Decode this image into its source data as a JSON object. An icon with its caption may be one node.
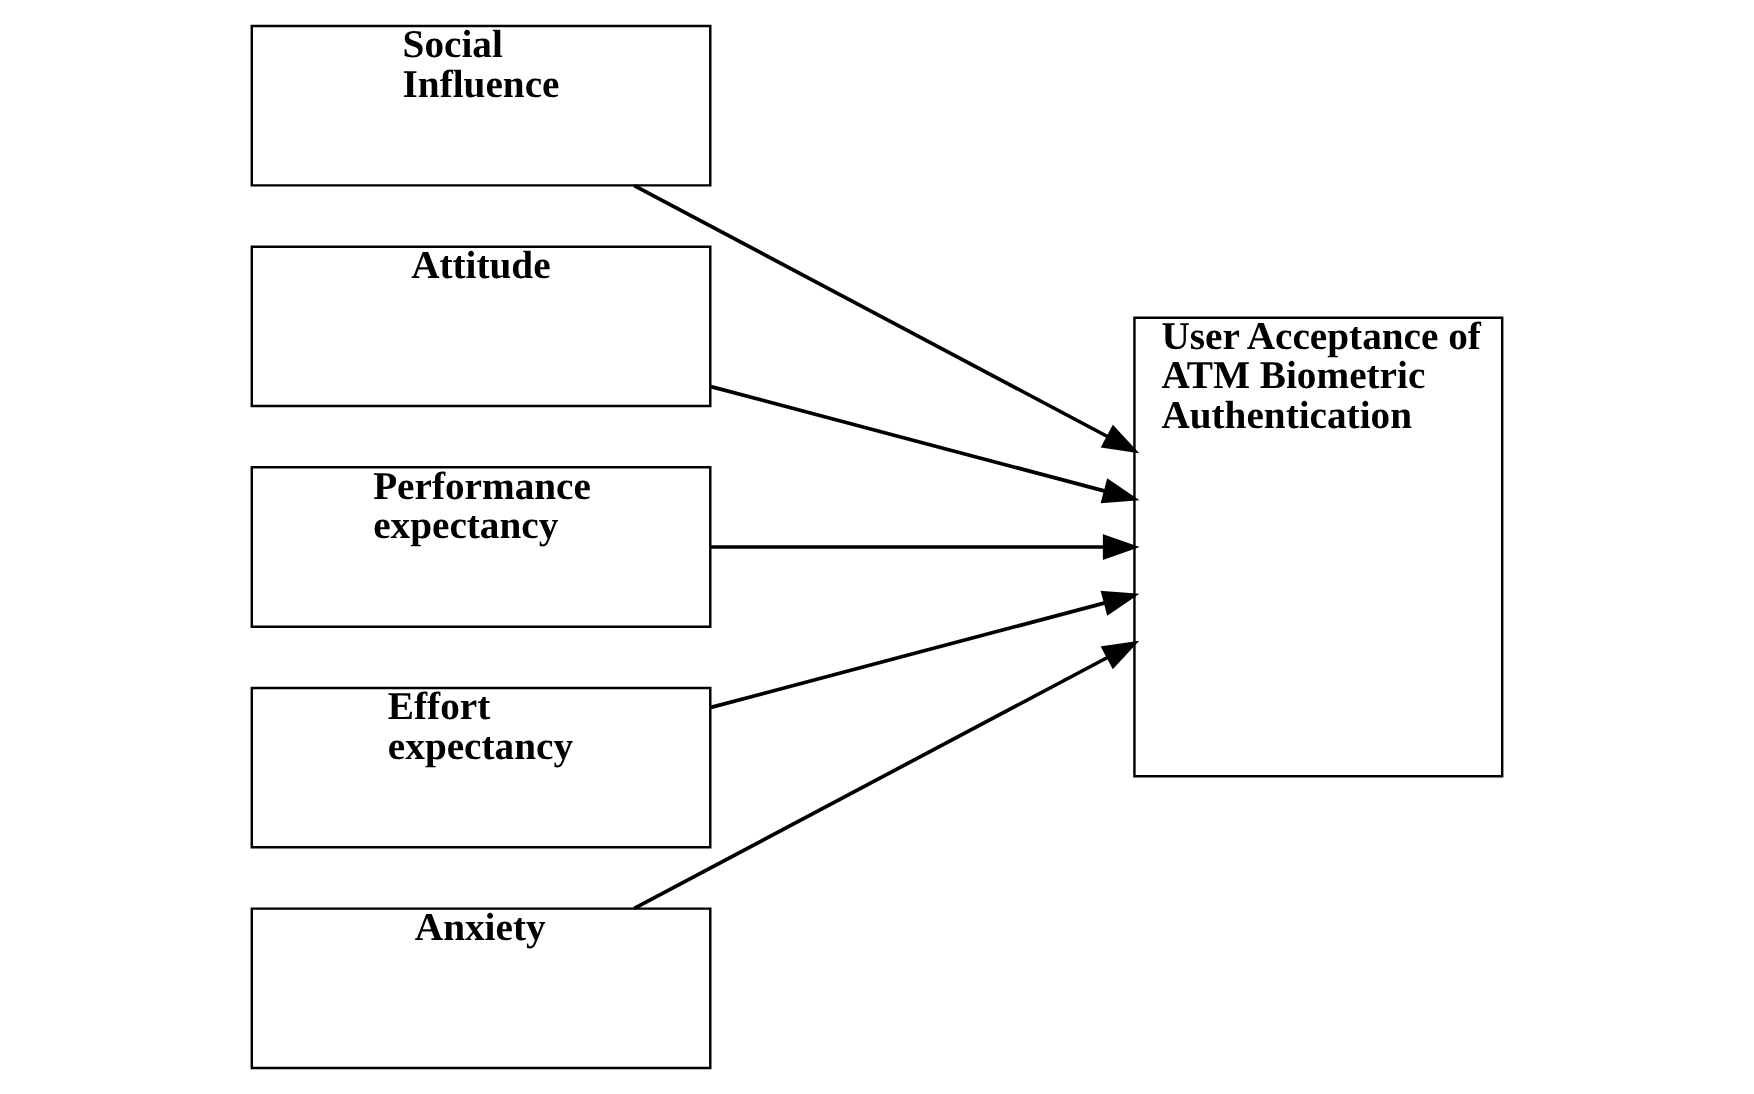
{
  "diagram": {
    "nodes": [
      {
        "text": [
          "Social Influence"
        ]
      },
      {
        "text": [
          "Attitude"
        ]
      },
      {
        "text": [
          "Performance expectancy"
        ]
      },
      {
        "text": [
          "Effort expectancy"
        ]
      },
      {
        "text": [
          "Anxiety"
        ]
      },
      {
        "text": [
          "User Acceptance of ATM Biometric Authentication"
        ]
      }
    ],
    "edges": [
      {
        "from": 0,
        "to": 5,
        "arrow": "to"
      },
      {
        "from": 1,
        "to": 5,
        "arrow": "to"
      },
      {
        "from": 2,
        "to": 5,
        "arrow": "to"
      },
      {
        "from": 3,
        "to": 5,
        "arrow": "to"
      },
      {
        "from": 4,
        "to": 5,
        "arrow": "to"
      }
    ]
  }
}
